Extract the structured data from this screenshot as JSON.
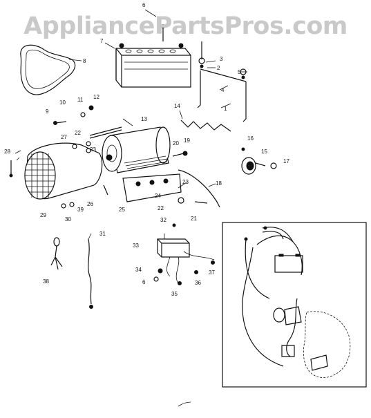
{
  "watermark": "AppliancePartsPros.com",
  "callouts": {
    "c1": "1",
    "c2": "2",
    "c3": "3",
    "c4": "4",
    "c5": "5",
    "c6a": "6",
    "c6b": "6",
    "c7": "7",
    "c8": "8",
    "c9": "9",
    "c10": "10",
    "c11": "11",
    "c12": "12",
    "c13": "13",
    "c14": "14",
    "c15": "15",
    "c16": "16",
    "c17": "17",
    "c18": "18",
    "c19": "19",
    "c20": "20",
    "c21": "21",
    "c22a": "22",
    "c22b": "22",
    "c23a": "23",
    "c23b": "23",
    "c24": "24",
    "c25": "25",
    "c26": "26",
    "c27": "27",
    "c28": "28",
    "c29": "29",
    "c30": "30",
    "c31": "31",
    "c32": "32",
    "c33": "33",
    "c34": "34",
    "c35": "35",
    "c36": "36",
    "c37": "37",
    "c38": "38",
    "c39": "39"
  }
}
